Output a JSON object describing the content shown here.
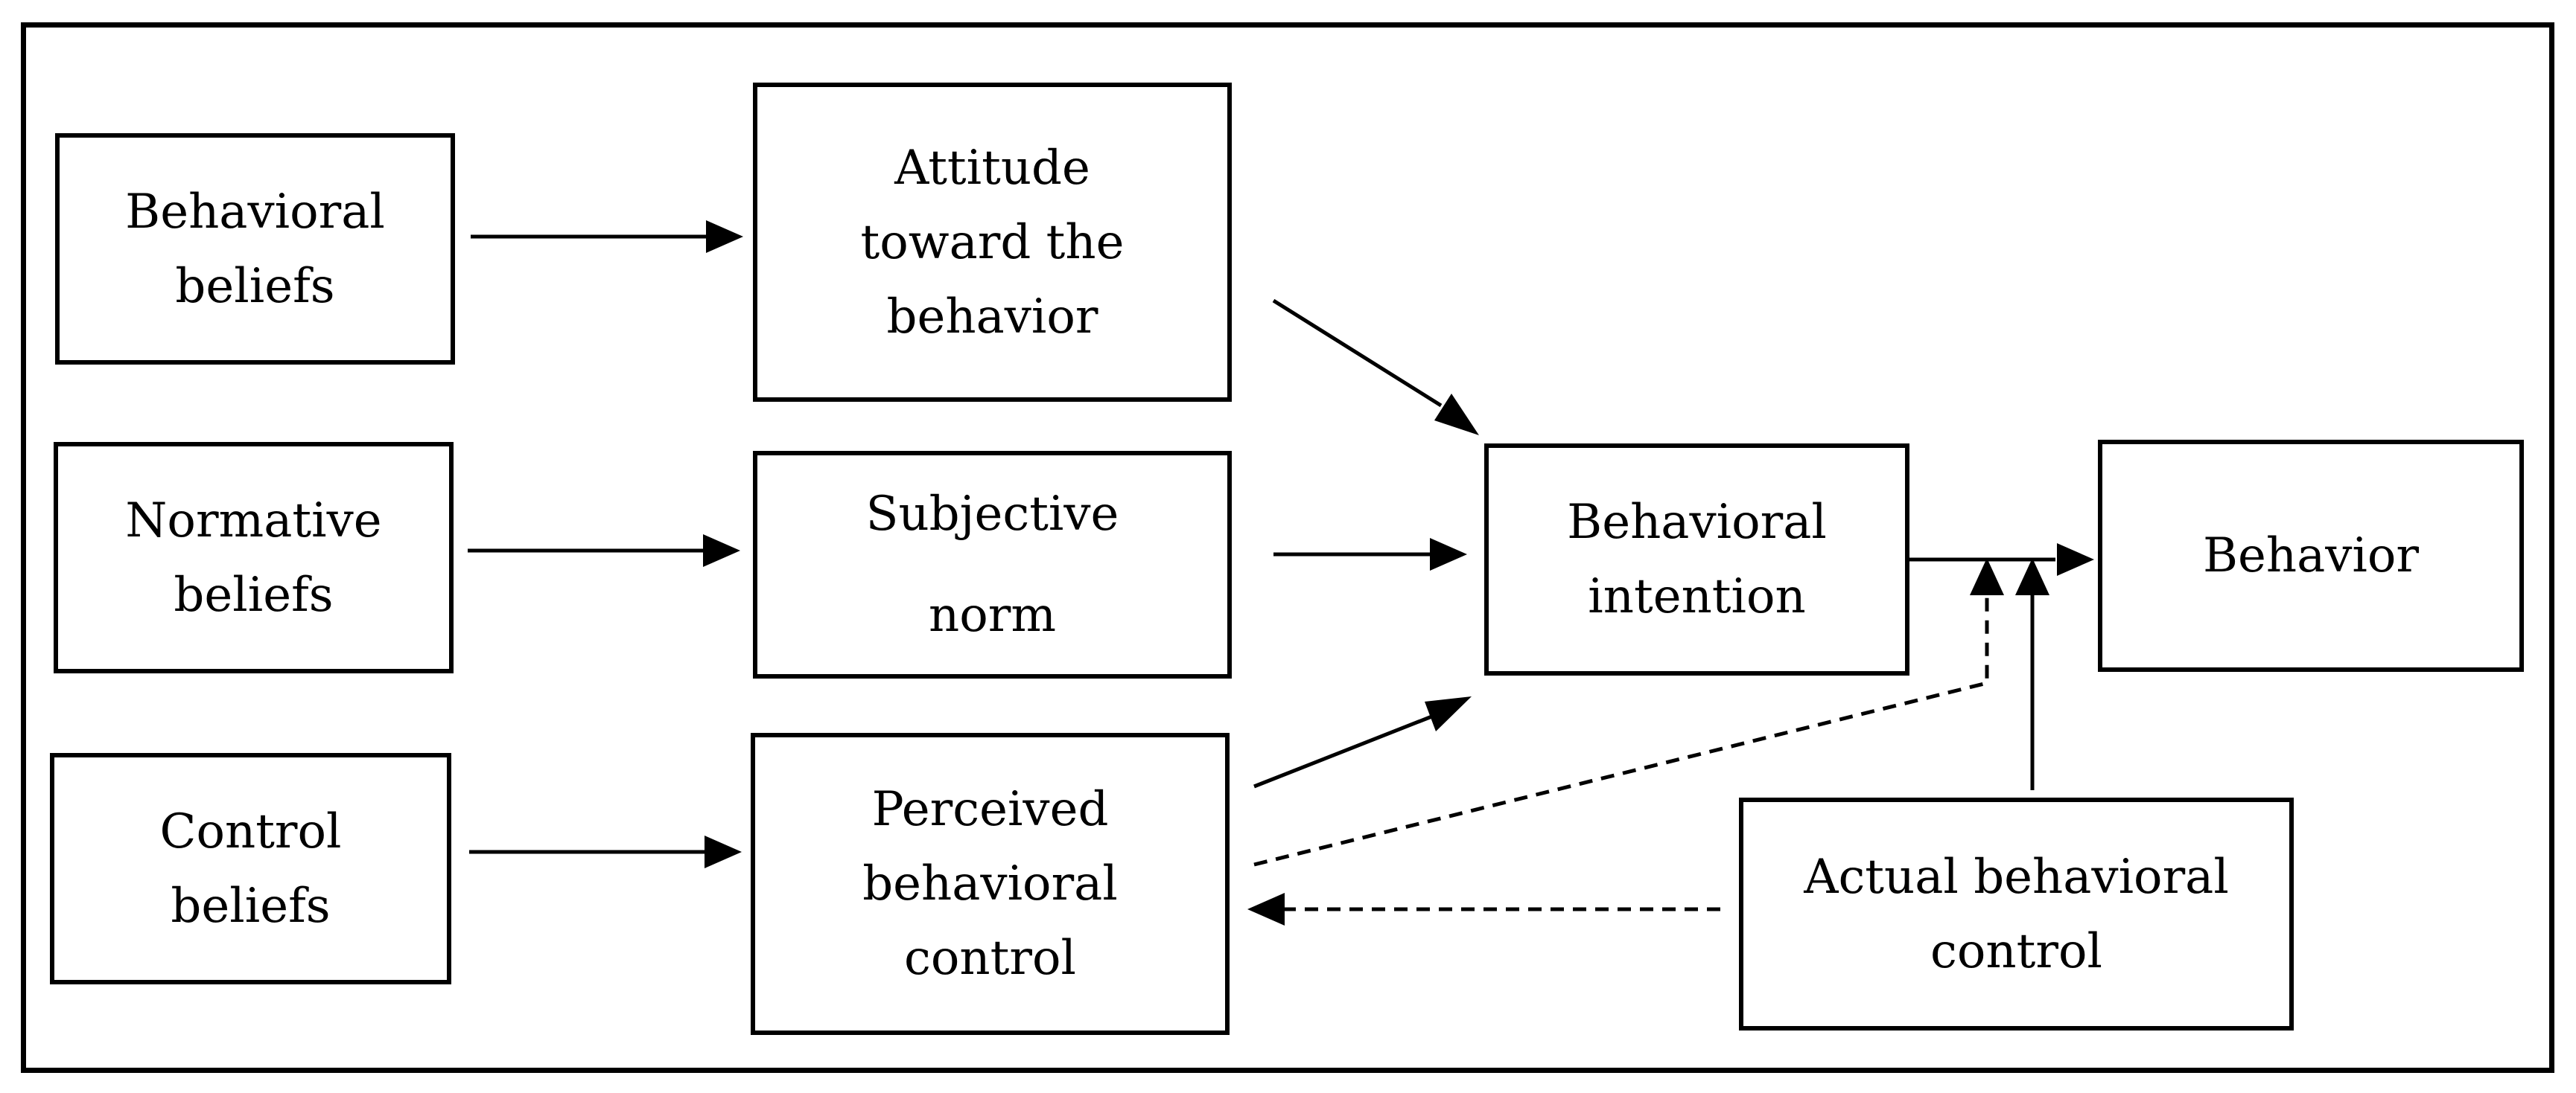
{
  "colors": {
    "stroke": "#000000",
    "background": "#ffffff"
  },
  "boxes": {
    "behavioral_beliefs": "Behavioral\nbeliefs",
    "normative_beliefs": "Normative\nbeliefs",
    "control_beliefs": "Control\nbeliefs",
    "attitude": "Attitude\ntoward the\nbehavior",
    "subjective_norm": "Subjective\nnorm",
    "perceived_control": "Perceived\nbehavioral\ncontrol",
    "intention": "Behavioral\nintention",
    "behavior": "Behavior",
    "actual_control": "Actual behavioral\ncontrol"
  },
  "connections": [
    {
      "from": "behavioral_beliefs",
      "to": "attitude",
      "style": "solid"
    },
    {
      "from": "normative_beliefs",
      "to": "subjective_norm",
      "style": "solid"
    },
    {
      "from": "control_beliefs",
      "to": "perceived_control",
      "style": "solid"
    },
    {
      "from": "attitude",
      "to": "intention",
      "style": "solid"
    },
    {
      "from": "subjective_norm",
      "to": "intention",
      "style": "solid"
    },
    {
      "from": "perceived_control",
      "to": "intention",
      "style": "solid"
    },
    {
      "from": "intention",
      "to": "behavior",
      "style": "solid"
    },
    {
      "from": "perceived_control",
      "to": "intention_behavior_link",
      "style": "dashed"
    },
    {
      "from": "actual_control",
      "to": "intention_behavior_link",
      "style": "solid"
    },
    {
      "from": "actual_control",
      "to": "perceived_control",
      "style": "dashed"
    }
  ]
}
